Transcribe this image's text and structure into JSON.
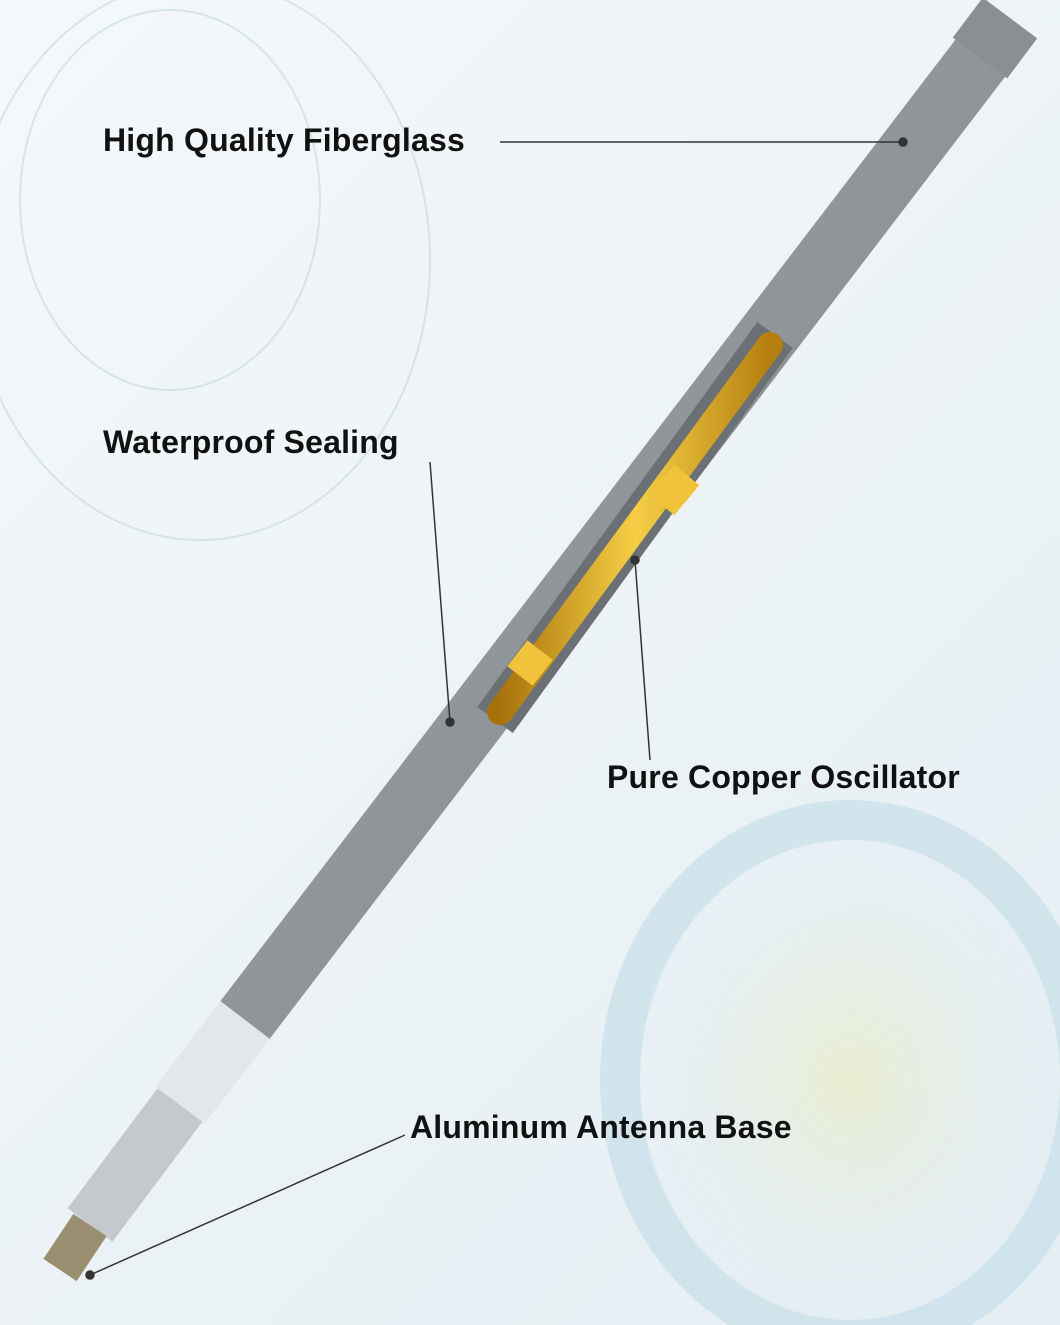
{
  "callouts": {
    "fiberglass": "High Quality Fiberglass",
    "sealing": "Waterproof Sealing",
    "oscillator": "Pure Copper Oscillator",
    "base": "Aluminum Antenna Base"
  },
  "colors": {
    "tube": "#8d9296",
    "copper": "#e0a91c",
    "aluminum": "#c8ccd0",
    "line": "#333333"
  }
}
